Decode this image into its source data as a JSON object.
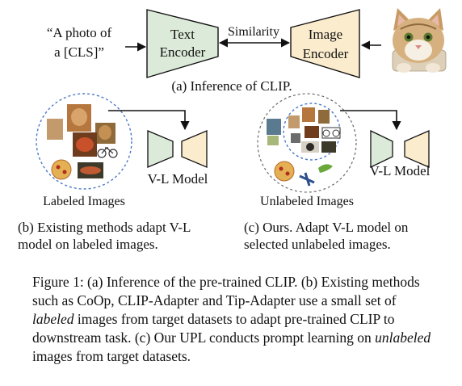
{
  "panel_a": {
    "prompt_line1": "“A photo of",
    "prompt_line2": "a [CLS]”",
    "text_encoder_line1": "Text",
    "text_encoder_line2": "Encoder",
    "similarity": "Similarity",
    "image_encoder_line1": "Image",
    "image_encoder_line2": "Encoder",
    "caption": "(a) Inference of CLIP."
  },
  "panel_b": {
    "images_label": "Labeled Images",
    "model_label": "V-L Model",
    "caption_line1": "(b) Existing methods adapt V-L",
    "caption_line2": "model on labeled images."
  },
  "panel_c": {
    "images_label": "Unlabeled Images",
    "model_label": "V-L Model",
    "caption_line1": "(c) Ours. Adapt V-L model on",
    "caption_line2": "selected unlabeled images."
  },
  "figure_caption": {
    "part1": "Figure 1: (a) Inference of the pre-trained CLIP. (b) Existing methods such as CoOp, CLIP-Adapter and Tip-Adapter use a small set of ",
    "em1": "labeled",
    "part2": " images from target datasets to adapt pre-trained CLIP to downstream task. (c) Our UPL conducts prompt learning on ",
    "em2": "unlabeled",
    "part3": " images from target datasets."
  },
  "colors": {
    "text_encoder_fill": "#dcebd9",
    "image_encoder_fill": "#fbeccd",
    "circle_stroke": "#4a78c8"
  }
}
